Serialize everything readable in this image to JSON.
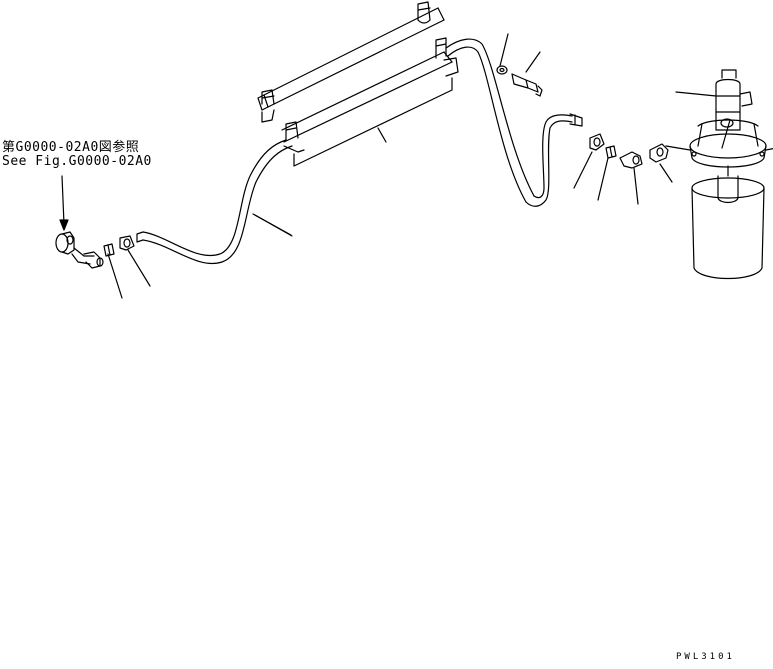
{
  "reference": {
    "japanese": "第G0000-02A0図参照",
    "english": "See Fig.G0000-02A0"
  },
  "drawing_code": "PWL3101",
  "colors": {
    "line": "#000000",
    "background": "#ffffff"
  }
}
